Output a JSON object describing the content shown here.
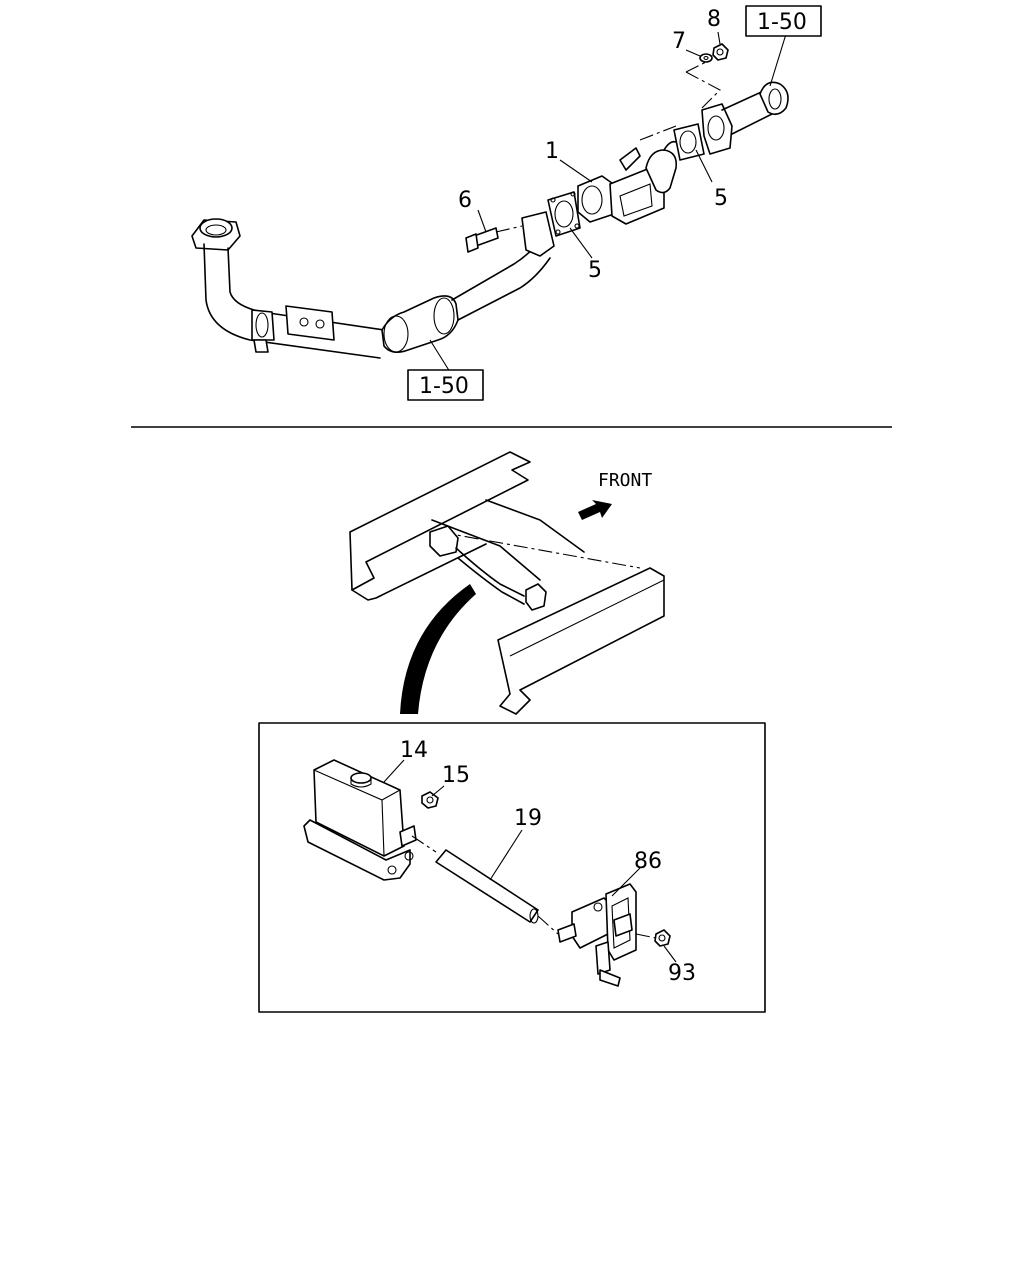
{
  "upper_section": {
    "callouts": {
      "c1": "1",
      "c5a": "5",
      "c5b": "5",
      "c6": "6",
      "c7": "7",
      "c8": "8"
    },
    "ref_top": "1-50",
    "ref_bottom": "1-50"
  },
  "lower_section": {
    "direction_label": "FRONT",
    "callouts": {
      "c14": "14",
      "c15": "15",
      "c19": "19",
      "c86": "86",
      "c93": "93"
    }
  }
}
